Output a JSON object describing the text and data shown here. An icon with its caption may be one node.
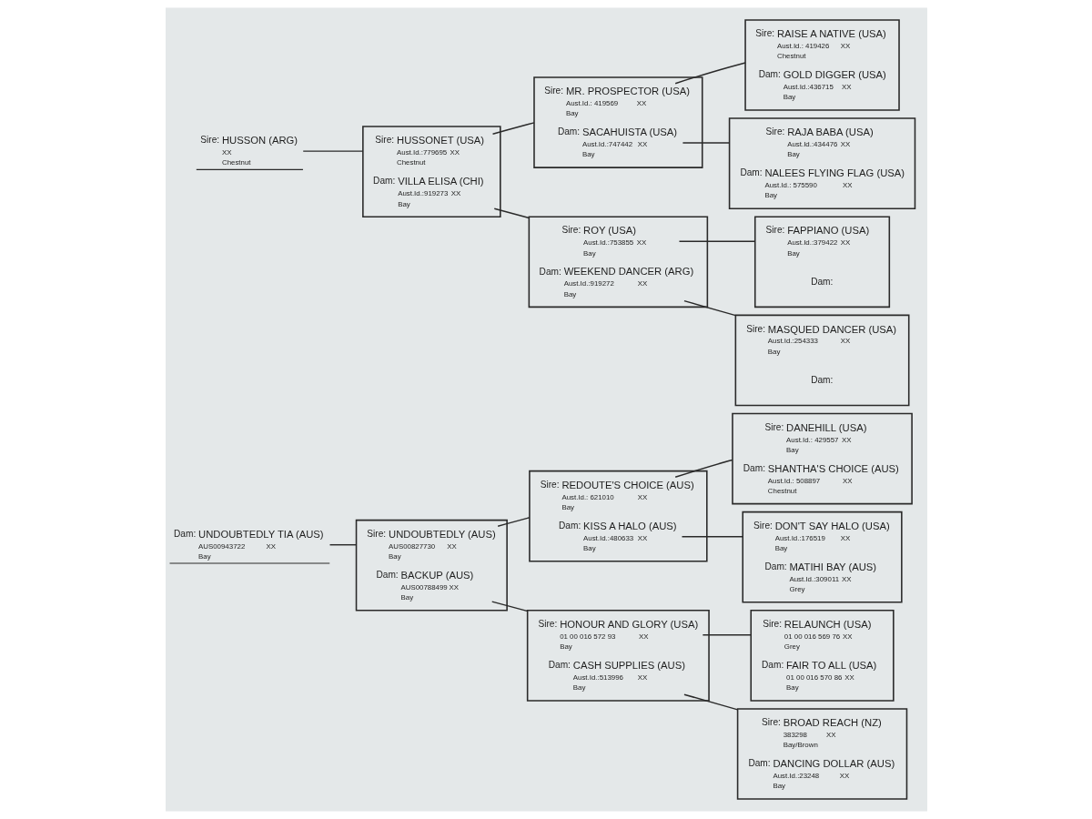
{
  "diagram": {
    "nodes": [
      {
        "text": [
          "Sire:",
          "HUSSON (ARG)",
          "XX",
          "Chestnut"
        ]
      },
      {
        "text": [
          "Dam:",
          "UNDOUBTEDLY TIA (AUS)",
          "AUS00943722",
          "XX",
          "Bay"
        ]
      },
      {
        "text": [],
        "shape": "box"
      },
      {
        "text": [
          "Sire:",
          "HUSSONET (USA)",
          "Aust.Id.:779695",
          "XX",
          "Chestnut"
        ],
        "in": 2
      },
      {
        "text": [
          "Dam:",
          "VILLA ELISA (CHI)",
          "Aust.Id.:919273",
          "XX",
          "Bay"
        ],
        "in": 2
      },
      {
        "text": [],
        "shape": "box"
      },
      {
        "text": [
          "Sire:",
          "UNDOUBTEDLY (AUS)",
          "AUS00827730",
          "XX",
          "Bay"
        ],
        "in": 5
      },
      {
        "text": [
          "Dam:",
          "BACKUP (AUS)",
          "AUS00788499",
          "XX",
          "Bay"
        ],
        "in": 5
      },
      {
        "text": [],
        "shape": "box"
      },
      {
        "text": [
          "Sire:",
          "MR. PROSPECTOR (USA)",
          "Aust.Id.: 419569",
          "XX",
          "Bay"
        ],
        "in": 8
      },
      {
        "text": [
          "Dam:",
          "SACAHUISTA (USA)",
          "Aust.Id.:747442",
          "XX",
          "Bay"
        ],
        "in": 8
      },
      {
        "text": [],
        "shape": "box"
      },
      {
        "text": [
          "Sire:",
          "ROY (USA)",
          "Aust.Id.:753855",
          "XX",
          "Bay"
        ],
        "in": 11
      },
      {
        "text": [
          "Dam:",
          "WEEKEND DANCER (ARG)",
          "Aust.Id.:919272",
          "XX",
          "Bay"
        ],
        "in": 11
      },
      {
        "text": [],
        "shape": "box"
      },
      {
        "text": [
          "Sire:",
          "REDOUTE'S CHOICE (AUS)",
          "Aust.Id.: 621010",
          "XX",
          "Bay"
        ],
        "in": 14
      },
      {
        "text": [
          "Dam:",
          "KISS A HALO (AUS)",
          "Aust.Id.:480633",
          "XX",
          "Bay"
        ],
        "in": 14
      },
      {
        "text": [],
        "shape": "box"
      },
      {
        "text": [
          "Sire:",
          "HONOUR AND GLORY (USA)",
          "01 00 016 572 93",
          "XX",
          "Bay"
        ],
        "in": 17
      },
      {
        "text": [
          "Dam:",
          "CASH SUPPLIES (AUS)",
          "Aust.Id.:513996",
          "XX",
          "Bay"
        ],
        "in": 17
      },
      {
        "text": [],
        "shape": "box"
      },
      {
        "text": [
          "Sire:",
          "RAISE A NATIVE (USA)",
          "Aust.Id.: 419426",
          "XX",
          "Chestnut"
        ],
        "in": 20
      },
      {
        "text": [
          "Dam:",
          "GOLD DIGGER (USA)",
          "Aust.Id.:436715",
          "XX",
          "Bay"
        ],
        "in": 20
      },
      {
        "text": [],
        "shape": "box"
      },
      {
        "text": [
          "Sire:",
          "RAJA BABA (USA)",
          "Aust.Id.:434476",
          "XX",
          "Bay"
        ],
        "in": 23
      },
      {
        "text": [
          "Dam:",
          "NALEES FLYING FLAG (USA)",
          "Aust.Id.: 575590",
          "XX",
          "Bay"
        ],
        "in": 23
      },
      {
        "text": [],
        "shape": "box"
      },
      {
        "text": [
          "Sire:",
          "FAPPIANO (USA)",
          "Aust.Id.:379422",
          "XX",
          "Bay"
        ],
        "in": 26
      },
      {
        "text": [
          "Dam:"
        ],
        "in": 26
      },
      {
        "text": [],
        "shape": "box"
      },
      {
        "text": [
          "Sire:",
          "MASQUED DANCER (USA)",
          "Aust.Id.:254333",
          "XX",
          "Bay"
        ],
        "in": 29
      },
      {
        "text": [
          "Dam:"
        ],
        "in": 29
      },
      {
        "text": [],
        "shape": "box"
      },
      {
        "text": [
          "Sire:",
          "DANEHILL (USA)",
          "Aust.Id.: 429557",
          "XX",
          "Bay"
        ],
        "in": 32
      },
      {
        "text": [
          "Dam:",
          "SHANTHA'S CHOICE (AUS)",
          "Aust.Id.: 508897",
          "XX",
          "Chestnut"
        ],
        "in": 32
      },
      {
        "text": [],
        "shape": "box"
      },
      {
        "text": [
          "Sire:",
          "DON'T SAY HALO (USA)",
          "Aust.Id.:176519",
          "XX",
          "Bay"
        ],
        "in": 35
      },
      {
        "text": [
          "Dam:",
          "MATIHI BAY (AUS)",
          "Aust.Id.:309011",
          "XX",
          "Grey"
        ],
        "in": 35
      },
      {
        "text": [],
        "shape": "box"
      },
      {
        "text": [
          "Sire:",
          "RELAUNCH (USA)",
          "01 00 016 569 76",
          "XX",
          "Grey"
        ],
        "in": 38
      },
      {
        "text": [
          "Dam:",
          "FAIR TO ALL (USA)",
          "01 00 016 570 86",
          "XX",
          "Bay"
        ],
        "in": 38
      },
      {
        "text": [],
        "shape": "box"
      },
      {
        "text": [
          "Sire:",
          "BROAD REACH (NZ)",
          "383298",
          "XX",
          "Bay/Brown"
        ],
        "in": 41
      },
      {
        "text": [
          "Dam:",
          "DANCING DOLLAR (AUS)",
          "Aust.Id.:23248",
          "XX",
          "Bay"
        ],
        "in": 41
      }
    ],
    "edges": [
      {
        "from": 0,
        "to": 2,
        "arrow": "none"
      },
      {
        "from": 1,
        "to": 5,
        "arrow": "none"
      },
      {
        "from": 3,
        "to": 8,
        "arrow": "none"
      },
      {
        "from": 4,
        "to": 11,
        "arrow": "none"
      },
      {
        "from": 6,
        "to": 14,
        "arrow": "none"
      },
      {
        "from": 7,
        "to": 17,
        "arrow": "none"
      },
      {
        "from": 9,
        "to": 20,
        "arrow": "none"
      },
      {
        "from": 10,
        "to": 23,
        "arrow": "none"
      },
      {
        "from": 12,
        "to": 26,
        "arrow": "none"
      },
      {
        "from": 13,
        "to": 29,
        "arrow": "none"
      },
      {
        "from": 15,
        "to": 32,
        "arrow": "none"
      },
      {
        "from": 16,
        "to": 35,
        "arrow": "none"
      },
      {
        "from": 18,
        "to": 38,
        "arrow": "none"
      },
      {
        "from": 19,
        "to": 41,
        "arrow": "none"
      }
    ]
  }
}
